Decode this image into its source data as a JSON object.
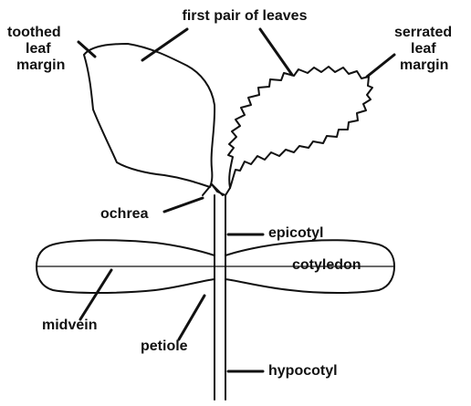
{
  "labels": {
    "first_pair": "first pair of leaves",
    "toothed_1": "toothed",
    "toothed_2": "leaf",
    "toothed_3": "margin",
    "serrated_1": "serrated",
    "serrated_2": "leaf",
    "serrated_3": "margin",
    "ochrea": "ochrea",
    "epicotyl": "epicotyl",
    "cotyledon": "cotyledon",
    "midvein": "midvein",
    "petiole": "petiole",
    "hypocotyl": "hypocotyl"
  },
  "colors": {
    "ink": "#111111",
    "background": "#ffffff"
  }
}
